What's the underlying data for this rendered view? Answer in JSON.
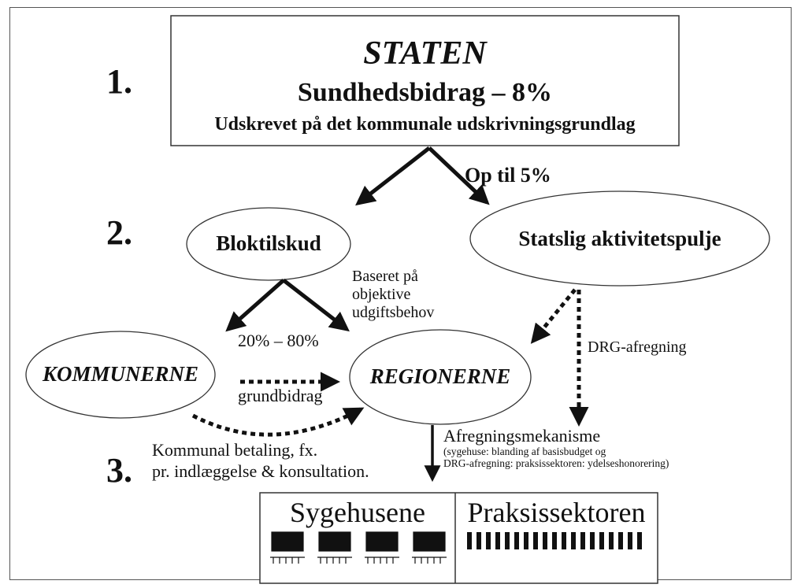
{
  "steps": {
    "step1": "1.",
    "step2": "2.",
    "step3": "3."
  },
  "staten": {
    "title": "STATEN",
    "line2": "Sundhedsbidrag – 8%",
    "line3": "Udskrevet på det kommunale udskrivningsgrundlag"
  },
  "op_til": "Op til 5%",
  "bloktilskud": "Bloktilskud",
  "aktivitetspulje": "Statslig aktivitetspulje",
  "baseret": {
    "l1": "Baseret på",
    "l2": "objektive",
    "l3": "udgiftsbehov"
  },
  "split": "20% – 80%",
  "kommunerne": "KOMMUNERNE",
  "regionerne": "REGIONERNE",
  "grundbidrag": "grundbidrag",
  "drg": "DRG-afregning",
  "kommunal_betaling": {
    "l1": "Kommunal betaling, fx.",
    "l2": "pr. indlæggelse & konsultation."
  },
  "afregning": {
    "title": "Afregningsmekanisme",
    "l1": "(sygehuse: blanding af basisbudget og",
    "l2": "DRG-afregning: praksissektoren: ydelseshonorering)"
  },
  "sygehusene": "Sygehusene",
  "praksissektoren": "Praksissektoren"
}
